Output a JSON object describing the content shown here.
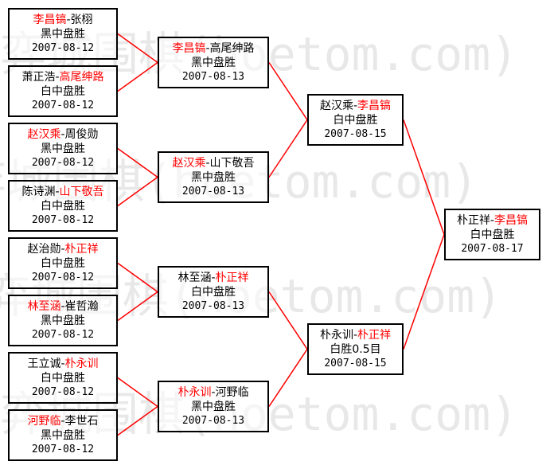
{
  "watermark": "弈城围棋(hoetom.com)",
  "colors": {
    "winner": "#ff0000",
    "line": "#ff0000",
    "border": "#000000",
    "watermark": "#e8e8e8"
  },
  "round1": [
    {
      "p1": "李昌镐",
      "p2": "张栩",
      "winner": 1,
      "result": "黑中盘胜",
      "date": "2007-08-12"
    },
    {
      "p1": "萧正浩",
      "p2": "高尾绅路",
      "winner": 2,
      "result": "白中盘胜",
      "date": "2007-08-12"
    },
    {
      "p1": "赵汉乘",
      "p2": "周俊勋",
      "winner": 1,
      "result": "黑中盘胜",
      "date": "2007-08-12"
    },
    {
      "p1": "陈诗渊",
      "p2": "山下敬吾",
      "winner": 2,
      "result": "白中盘胜",
      "date": "2007-08-12"
    },
    {
      "p1": "赵治勋",
      "p2": "朴正祥",
      "winner": 2,
      "result": "白中盘胜",
      "date": "2007-08-12"
    },
    {
      "p1": "林至涵",
      "p2": "崔哲瀚",
      "winner": 1,
      "result": "黑中盘胜",
      "date": "2007-08-12"
    },
    {
      "p1": "王立诚",
      "p2": "朴永训",
      "winner": 2,
      "result": "白中盘胜",
      "date": "2007-08-12"
    },
    {
      "p1": "河野临",
      "p2": "李世石",
      "winner": 1,
      "result": "黑中盘胜",
      "date": "2007-08-12"
    }
  ],
  "round2": [
    {
      "p1": "李昌镐",
      "p2": "高尾绅路",
      "winner": 1,
      "result": "黑中盘胜",
      "date": "2007-08-13"
    },
    {
      "p1": "赵汉乘",
      "p2": "山下敬吾",
      "winner": 1,
      "result": "黑中盘胜",
      "date": "2007-08-13"
    },
    {
      "p1": "林至涵",
      "p2": "朴正祥",
      "winner": 2,
      "result": "白中盘胜",
      "date": "2007-08-13"
    },
    {
      "p1": "朴永训",
      "p2": "河野临",
      "winner": 1,
      "result": "黑中盘胜",
      "date": "2007-08-13"
    }
  ],
  "round3": [
    {
      "p1": "赵汉乘",
      "p2": "李昌镐",
      "winner": 2,
      "result": "白中盘胜",
      "date": "2007-08-15"
    },
    {
      "p1": "朴永训",
      "p2": "朴正祥",
      "winner": 2,
      "result": "白胜0.5目",
      "date": "2007-08-15"
    }
  ],
  "final": [
    {
      "p1": "朴正祥",
      "p2": "李昌镐",
      "winner": 2,
      "result": "白中盘胜",
      "date": "2007-08-17"
    }
  ]
}
